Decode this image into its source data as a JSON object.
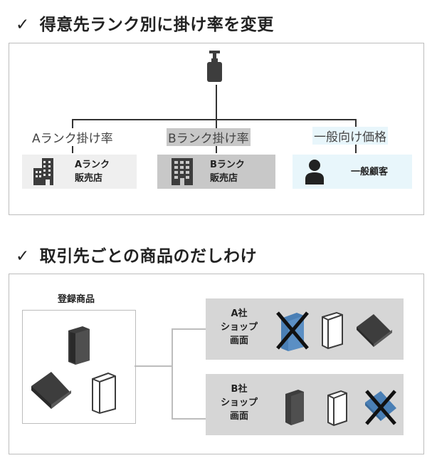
{
  "section1": {
    "title": "得意先ランク別に掛け率を変更",
    "check_glyph": "✓",
    "tiers": [
      {
        "label": "Aランク掛け率",
        "customer": [
          "Aランク",
          "販売店"
        ],
        "icon": "office-building-icon",
        "label_bg": "#ffffff",
        "card_bg": "#efefef"
      },
      {
        "label": "Bランク掛け率",
        "customer": [
          "Bランク",
          "販売店"
        ],
        "icon": "office-building-icon",
        "label_bg": "#c8c8c8",
        "card_bg": "#c8c8c8"
      },
      {
        "label": "一般向け価格",
        "customer": [
          "一般顧客"
        ],
        "icon": "person-icon",
        "label_bg": "#e8f6fb",
        "card_bg": "#e8f6fb"
      }
    ],
    "product_icon": "pump-bottle-icon"
  },
  "section2": {
    "title": "取引先ごとの商品のだしわけ",
    "check_glyph": "✓",
    "registered_label": "登録商品",
    "shops": [
      {
        "name": [
          "A社",
          "ショップ",
          "画面"
        ],
        "products": [
          "book-hidden",
          "book-outline",
          "book-dark-lying"
        ]
      },
      {
        "name": [
          "B社",
          "ショップ",
          "画面"
        ],
        "products": [
          "book-dark-standing",
          "book-outline",
          "book-hidden"
        ]
      }
    ]
  },
  "colors": {
    "dark": "#3d3d3d",
    "blue": "#4a7fb5",
    "border": "#bdbdbd",
    "shop_bg": "#d6d6d6"
  }
}
